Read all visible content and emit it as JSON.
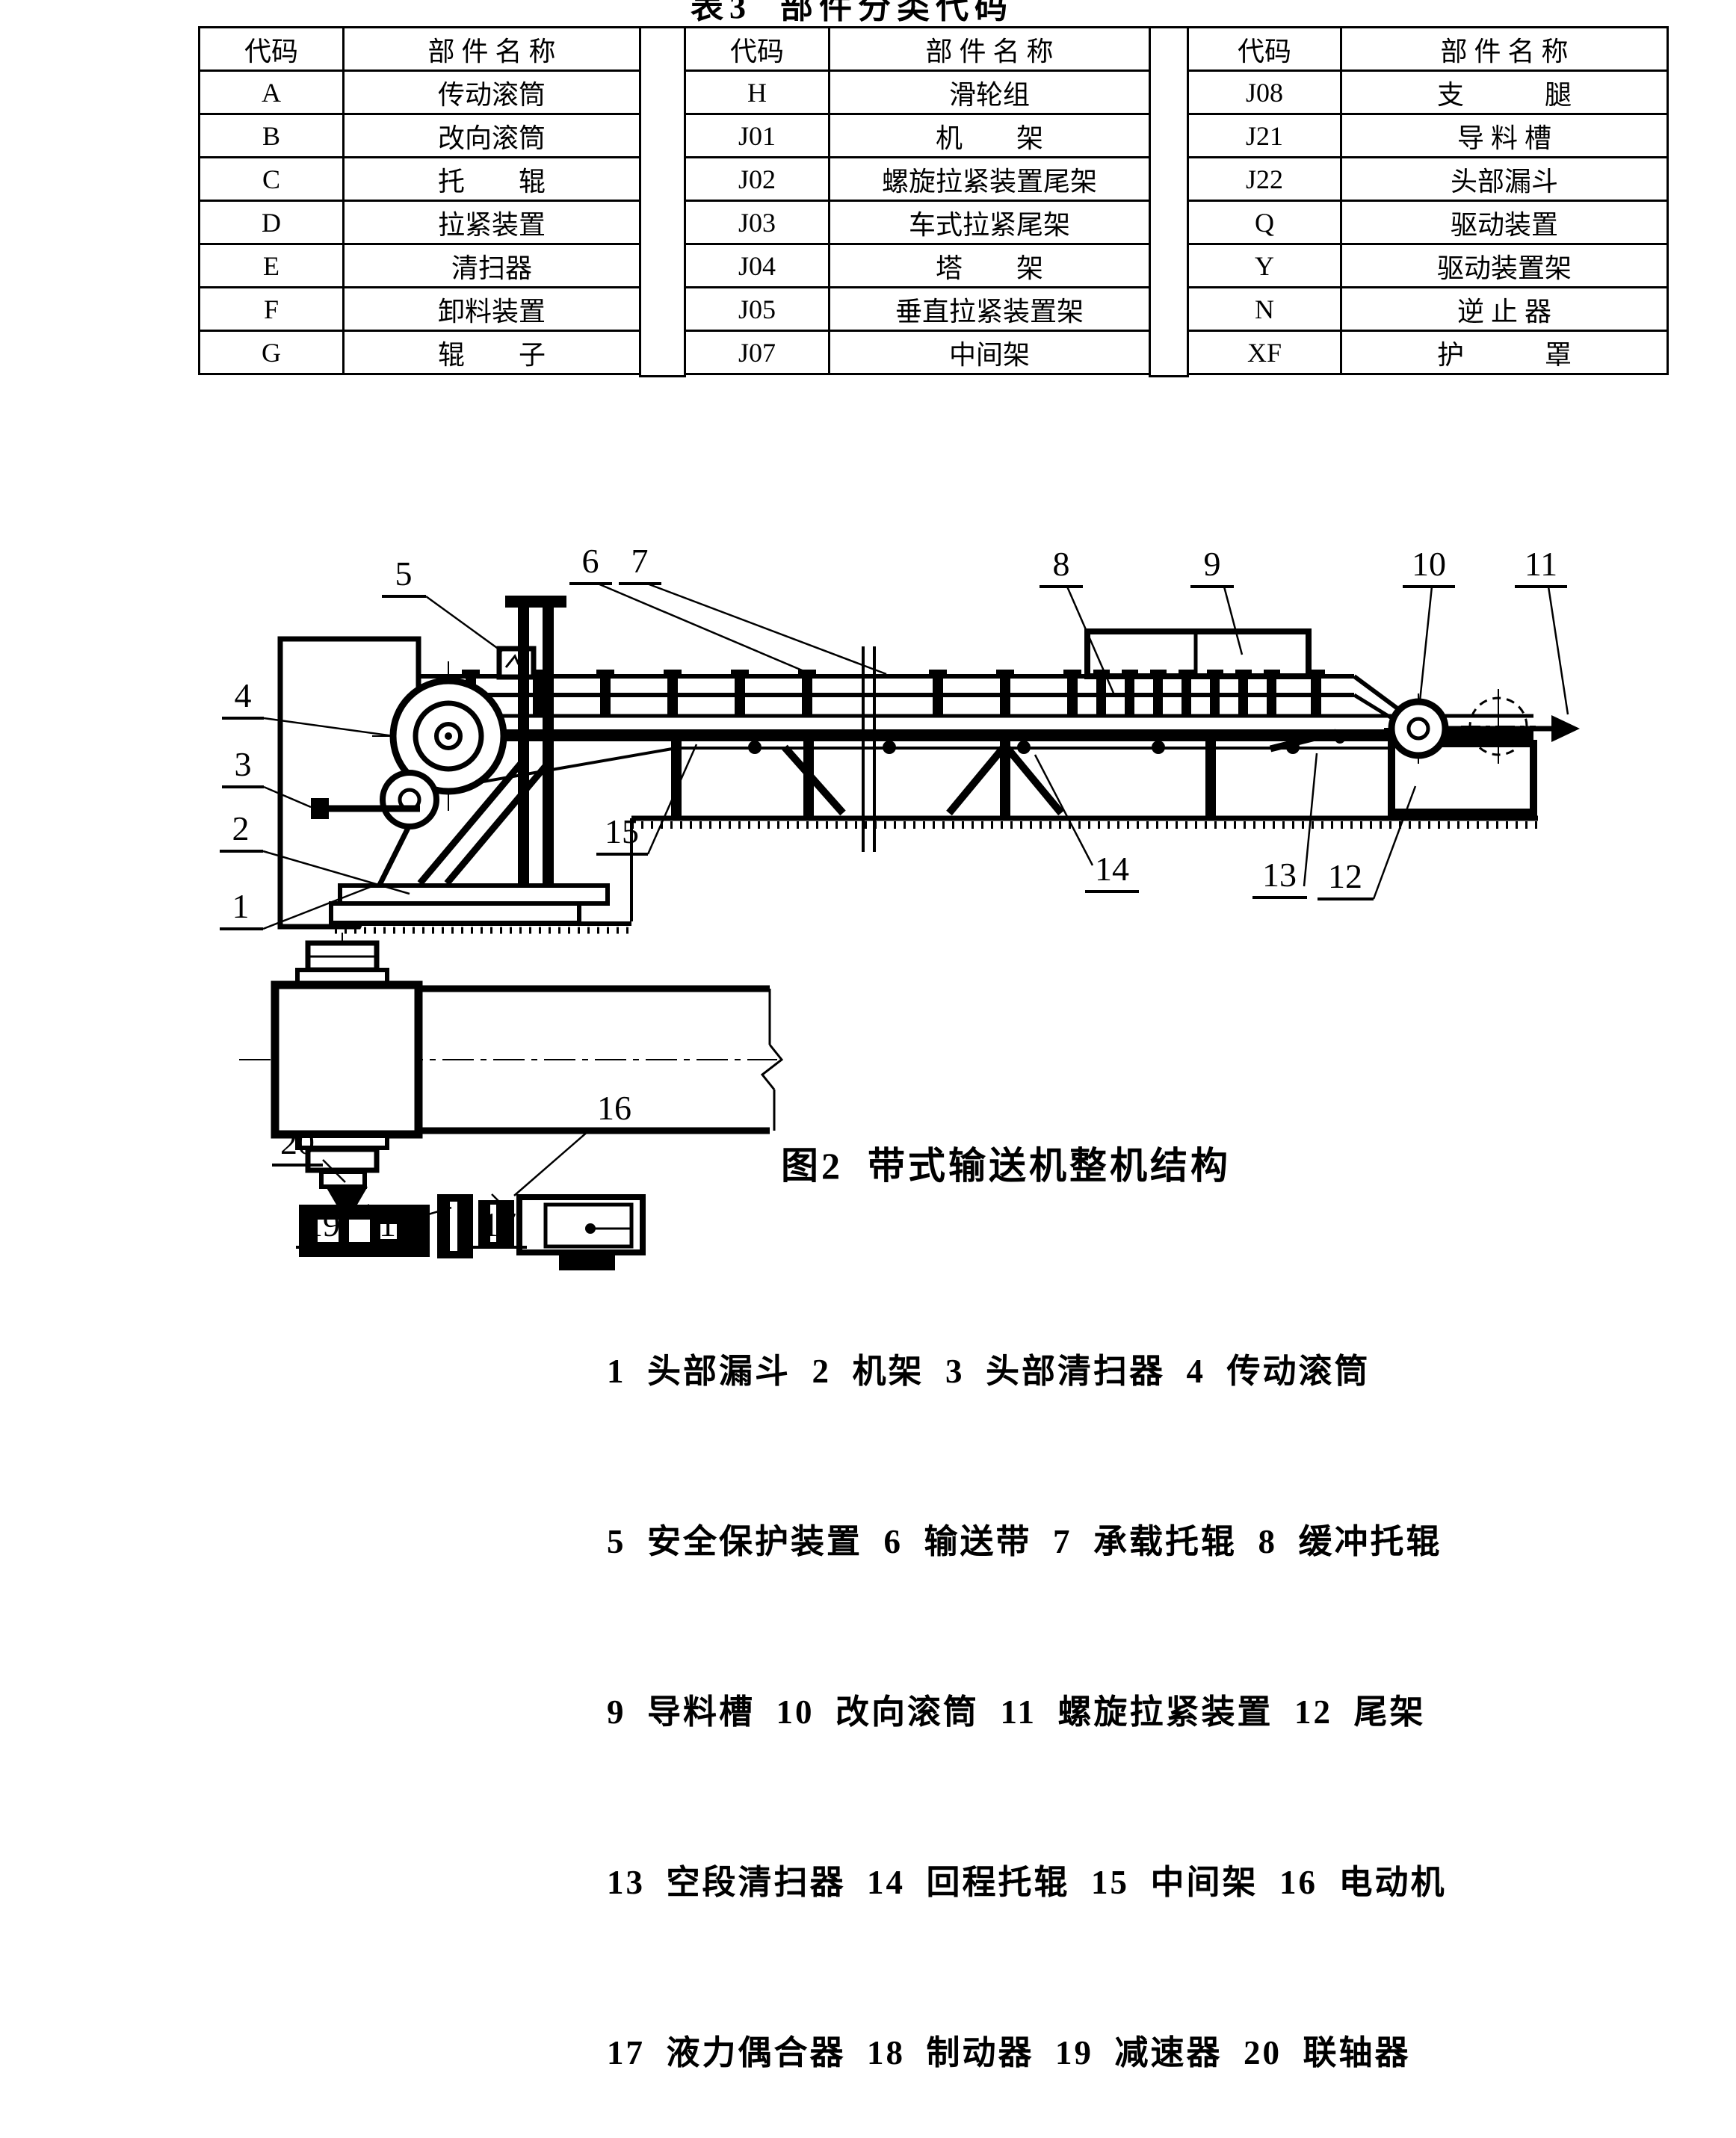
{
  "page": {
    "table_title": "表3  部件分类代码"
  },
  "codes_table": {
    "header_code": "代码",
    "header_name": "部 件 名 称",
    "group1": {
      "rows": [
        [
          "A",
          "传动滚筒"
        ],
        [
          "B",
          "改向滚筒"
        ],
        [
          "C",
          "托　　辊"
        ],
        [
          "D",
          "拉紧装置"
        ],
        [
          "E",
          "清扫器"
        ],
        [
          "F",
          "卸料装置"
        ],
        [
          "G",
          "辊　　子"
        ]
      ]
    },
    "group2": {
      "rows": [
        [
          "H",
          "滑轮组"
        ],
        [
          "J01",
          "机　　架"
        ],
        [
          "J02",
          "螺旋拉紧装置尾架"
        ],
        [
          "J03",
          "车式拉紧尾架"
        ],
        [
          "J04",
          "塔　　架"
        ],
        [
          "J05",
          "垂直拉紧装置架"
        ],
        [
          "J07",
          "中间架"
        ]
      ]
    },
    "group3": {
      "rows": [
        [
          "J08",
          "支　　　腿"
        ],
        [
          "J21",
          "导 料 槽"
        ],
        [
          "J22",
          "头部漏斗"
        ],
        [
          "Q",
          "驱动装置"
        ],
        [
          "Y",
          "驱动装置架"
        ],
        [
          "N",
          "逆 止 器"
        ],
        [
          "XF",
          "护　　　罩"
        ]
      ]
    }
  },
  "diagram": {
    "callouts": [
      "1",
      "2",
      "3",
      "4",
      "5",
      "6",
      "7",
      "8",
      "9",
      "10",
      "11",
      "12",
      "13",
      "14",
      "15",
      "16",
      "17",
      "18",
      "19",
      "20"
    ]
  },
  "figure": {
    "caption": "图2  带式输送机整机结构",
    "legend_lines": [
      "1  头部漏斗  2  机架  3  头部清扫器  4  传动滚筒",
      "5  安全保护装置  6  输送带  7  承载托辊  8  缓冲托辊",
      "9  导料槽  10  改向滚筒  11  螺旋拉紧装置  12  尾架",
      "13  空段清扫器  14  回程托辊  15  中间架  16  电动机",
      "17  液力偶合器  18  制动器  19  减速器  20  联轴器"
    ]
  }
}
